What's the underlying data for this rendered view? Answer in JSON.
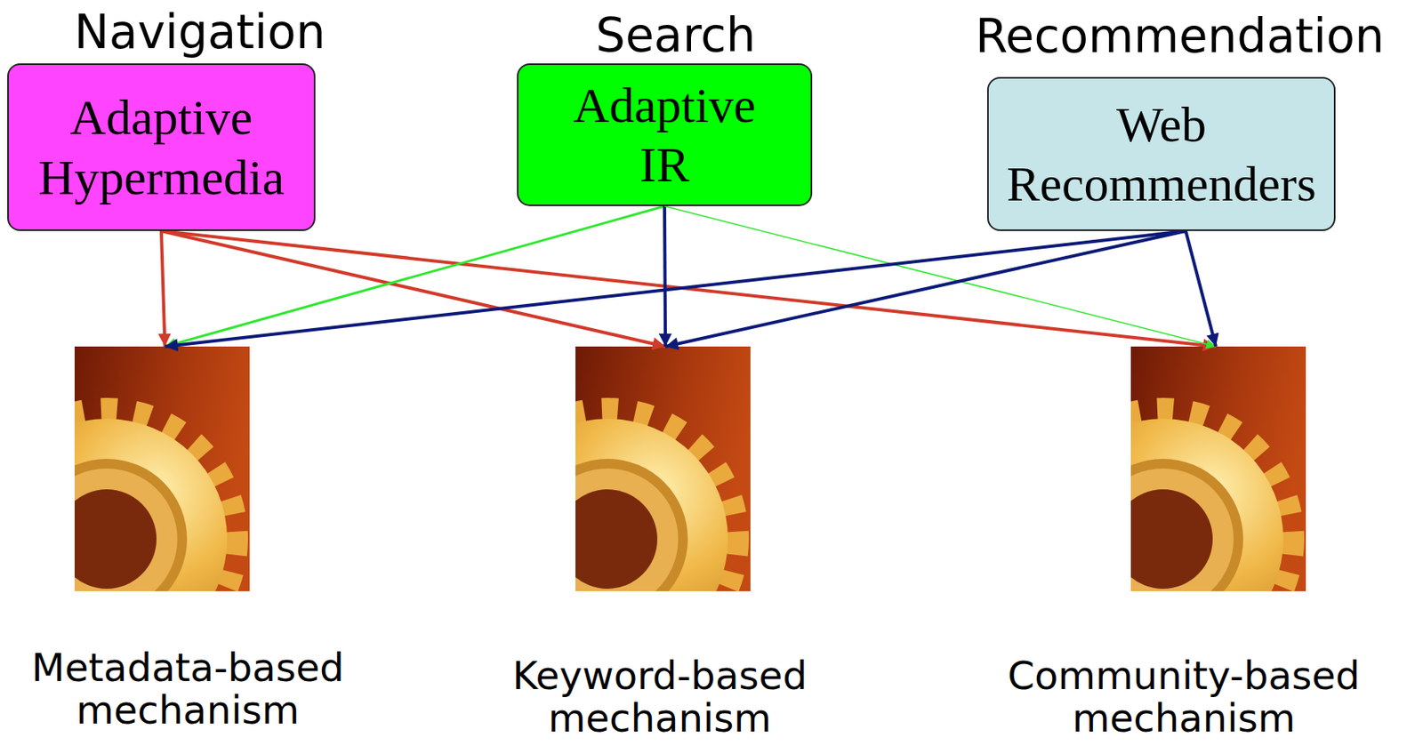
{
  "diagram": {
    "nodes": [
      {
        "text": [
          "Navigation",
          "Adaptive Hypermedia"
        ]
      },
      {
        "text": [
          "Search",
          "Adaptive IR"
        ]
      },
      {
        "text": [
          "Recommendation",
          "Web Recommenders"
        ]
      },
      {
        "text": [
          "Metadata-based mechanism"
        ]
      },
      {
        "text": [
          "Keyword-based mechanism"
        ]
      },
      {
        "text": [
          "Community-based mechanism"
        ]
      }
    ],
    "edges": [
      {
        "from": 0,
        "to": 3,
        "arrow": "to"
      },
      {
        "from": 0,
        "to": 4,
        "arrow": "to"
      },
      {
        "from": 0,
        "to": 5,
        "arrow": "to"
      },
      {
        "from": 1,
        "to": 3,
        "arrow": "to"
      },
      {
        "from": 1,
        "to": 4,
        "arrow": "to"
      },
      {
        "from": 1,
        "to": 5,
        "arrow": "to"
      },
      {
        "from": 2,
        "to": 3,
        "arrow": "to"
      },
      {
        "from": 2,
        "to": 4,
        "arrow": "to"
      },
      {
        "from": 2,
        "to": 5,
        "arrow": "to"
      }
    ]
  }
}
